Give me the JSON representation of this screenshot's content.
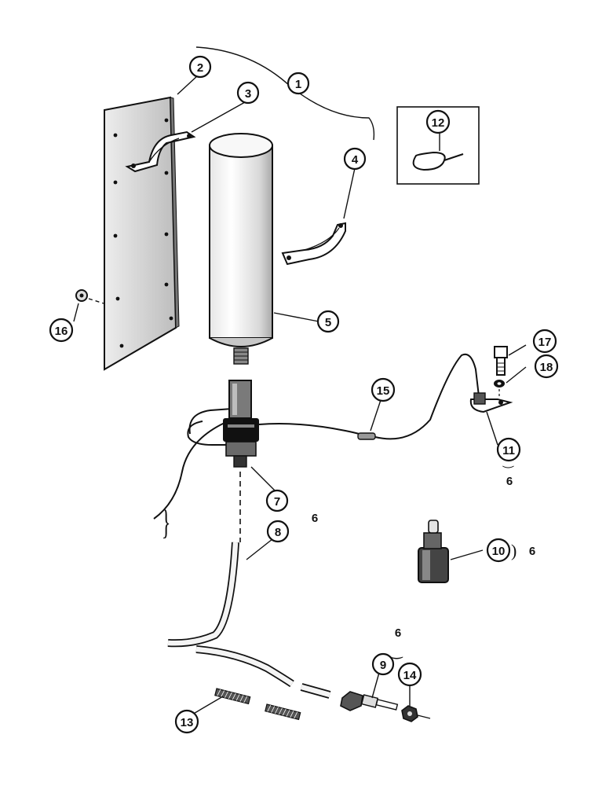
{
  "callouts": {
    "c1": "1",
    "c2": "2",
    "c3": "3",
    "c4": "4",
    "c5": "5",
    "c6": "6",
    "c7": "7",
    "c8": "8",
    "c9": "9",
    "c10": "10",
    "c11": "11",
    "c12": "12",
    "c13": "13",
    "c14": "14",
    "c15": "15",
    "c16": "16",
    "c17": "17",
    "c18": "18"
  },
  "group_refs": {
    "six_a": "6",
    "six_b": "6",
    "six_c": "6",
    "six_d": "6"
  }
}
